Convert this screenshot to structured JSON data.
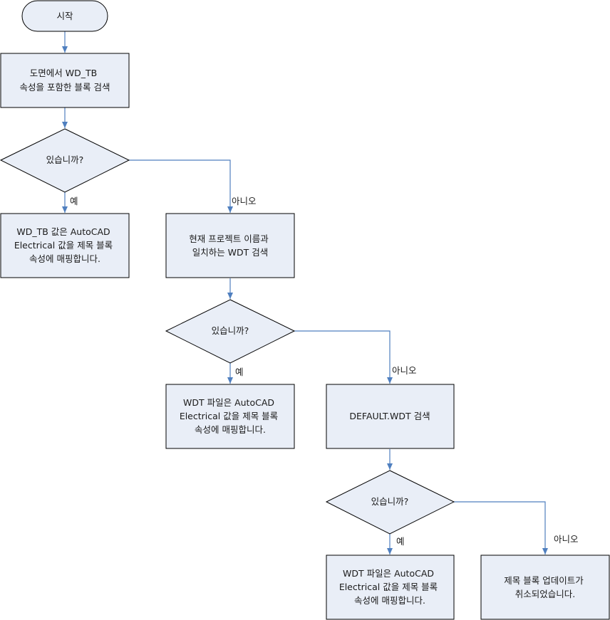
{
  "nodes": {
    "start": "시작",
    "search_wdtb": [
      "도면에서 WD_TB",
      "속성을 포함한 블록 검색"
    ],
    "decision1": "있습니까?",
    "map_wdtb": [
      "WD_TB 값은 AutoCAD",
      "Electrical 값을 제목 블록",
      "속성에 매핑합니다."
    ],
    "search_project_wdt": [
      "현재 프로젝트 이름과",
      "일치하는 WDT 검색"
    ],
    "decision2": "있습니까?",
    "map_wdt1": [
      "WDT 파일은 AutoCAD",
      "Electrical 값을 제목 블록",
      "속성에 매핑합니다."
    ],
    "search_default": "DEFAULT.WDT 검색",
    "decision3": "있습니까?",
    "map_wdt2": [
      "WDT 파일은 AutoCAD",
      "Electrical 값을 제목 블록",
      "속성에 매핑합니다."
    ],
    "cancelled": [
      "제목 블록 업데이트가",
      "취소되었습니다."
    ]
  },
  "edge_labels": {
    "yes1": "예",
    "no1": "아니오",
    "yes2": "예",
    "no2": "아니오",
    "yes3": "예",
    "no3": "아니오"
  },
  "colors": {
    "shape_fill": "#e9eef7",
    "shape_stroke": "#000000",
    "connector": "#4f7fbf"
  }
}
